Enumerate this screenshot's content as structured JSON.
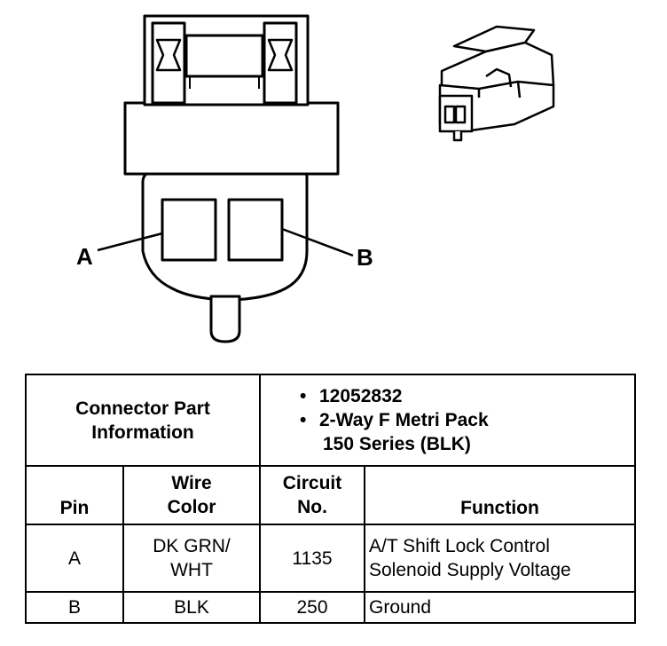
{
  "diagram": {
    "pin_a_label": "A",
    "pin_b_label": "B",
    "line_color": "#000000",
    "fill_color": "#ffffff"
  },
  "table": {
    "part_info_label": [
      "Connector Part",
      "Information"
    ],
    "bullet_glyph": "•",
    "part_number": "12052832",
    "part_desc_line1": "2-Way F  Metri Pack",
    "part_desc_line2": "150 Series (BLK)",
    "headers": {
      "pin": "Pin",
      "wire_color": [
        "Wire",
        "Color"
      ],
      "circuit": [
        "Circuit",
        "No."
      ],
      "function": "Function"
    },
    "rows": [
      {
        "pin": "A",
        "wire_color": [
          "DK GRN/",
          "WHT"
        ],
        "circuit": "1135",
        "function": [
          "A/T Shift Lock Control",
          "Solenoid Supply Voltage"
        ]
      },
      {
        "pin": "B",
        "wire_color": [
          "BLK"
        ],
        "circuit": "250",
        "function": [
          "Ground"
        ]
      }
    ]
  }
}
